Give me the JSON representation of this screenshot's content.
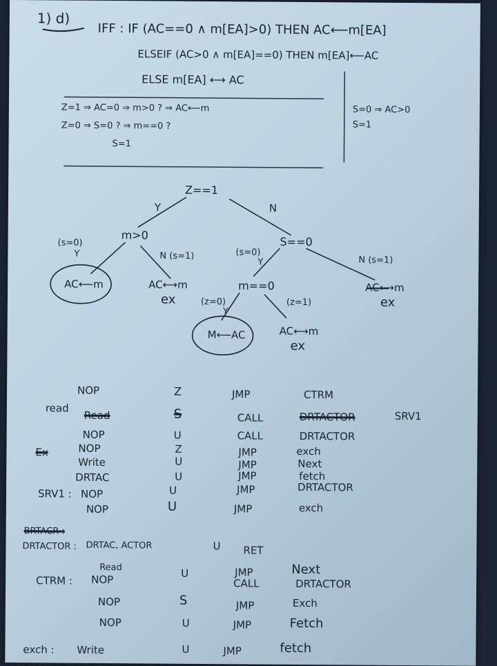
{
  "header": {
    "number": "1) d)",
    "line1": "IFF : IF (AC==0 ∧ m[EA]>0) THEN AC⟵m[EA]",
    "line2": "ELSEIF (AC>0 ∧ m[EA]==0) THEN m[EA]⟵AC",
    "line3": "ELSE m[EA] ⟷ AC"
  },
  "conditions": {
    "line1": "Z=1 ⇒ AC=0 ⇒ m>0 ? ⇒ AC⟵m",
    "line2": "Z=0 ⇒ S=0 ? ⇒ m==0 ?",
    "line3": "S=1",
    "side1": "S=0 ⇒ AC>0",
    "side2": "S=1"
  },
  "tree": {
    "root": "Z==1",
    "y": "Y",
    "n": "N",
    "m_gt_0": "m>0",
    "s_eq_0_label": "(s=0)",
    "y_small": "Y",
    "n_s1": "N (s=1)",
    "ac_from_m": "AC⟵m",
    "ac_swap_m_ex": "AC⟷m",
    "ex1": "ex",
    "s_eq_0": "S==0",
    "s_eq_0_label2": "(s=0)",
    "y2": "Y",
    "n_s1_b": "N (s=1)",
    "m_eq_0": "m==0",
    "z0_label": "(z=0)",
    "y3": "Y",
    "z1_label": "(z=1)",
    "m_from_ac": "M⟵AC",
    "ac_swap_m_2": "AC⟷m",
    "ex2": "ex",
    "ac_swap_m_3": "AC⟷m",
    "ex3": "ex"
  },
  "code": {
    "rows": [
      {
        "label": "",
        "op": "NOP",
        "cond": "Z",
        "branch": "JMP",
        "target": "CTRM"
      },
      {
        "label": "read",
        "op": "Read",
        "cond": "S",
        "branch": "CALL",
        "target": "DRTACTOR",
        "extra": "SRV1"
      },
      {
        "label": "",
        "op": "NOP",
        "cond": "U",
        "branch": "CALL",
        "target": "DRTACTOR"
      },
      {
        "label": "Ex",
        "op": "NOP",
        "cond": "Z",
        "branch": "JMP",
        "target": "exch"
      },
      {
        "label": "",
        "op": "Write",
        "cond": "U",
        "branch": "JMP",
        "target": "Next"
      },
      {
        "label": "",
        "op": "DRTAC",
        "cond": "U",
        "branch": "JMP",
        "target": "fetch"
      },
      {
        "label": "SRV1 :",
        "op": "NOP",
        "cond": "U",
        "branch": "JMP",
        "target": "DRTACTOR"
      },
      {
        "label": "",
        "op": "NOP",
        "cond": "U",
        "branch": "JMP",
        "target": "exch"
      }
    ],
    "brtacr": "BRTACR :",
    "drtactor_label": "DRTACTOR :",
    "drtactor_ops": "DRTAC, ACTOR",
    "drtactor_cond": "U",
    "drtactor_branch": "RET",
    "ctrm_label": "CTRM :",
    "ctrm_rows": [
      {
        "op": "NOP",
        "pre": "Read",
        "cond": "U",
        "branch": "JMP",
        "target": "Next"
      },
      {
        "op": "",
        "pre": "",
        "cond": "",
        "branch": "CALL",
        "target": "DRTACTOR"
      },
      {
        "op": "NOP",
        "pre": "",
        "cond": "S",
        "branch": "JMP",
        "target": "Exch"
      },
      {
        "op": "NOP",
        "pre": "",
        "cond": "U",
        "branch": "JMP",
        "target": "Fetch"
      }
    ],
    "exch_label": "exch :",
    "exch_op": "Write",
    "exch_cond": "U",
    "exch_branch": "JMP",
    "exch_target": "fetch"
  }
}
